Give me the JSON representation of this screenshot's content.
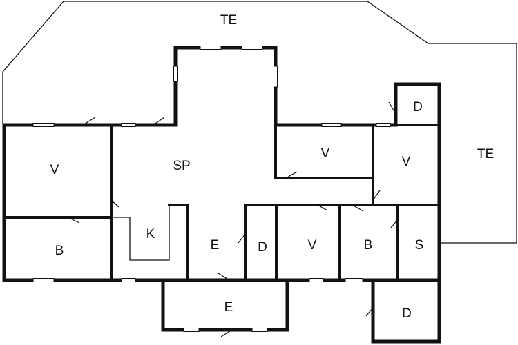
{
  "plan": {
    "colors": {
      "wall": "#111111",
      "background": "#ffffff",
      "terrace_line": "#111111",
      "window": "#ffffff",
      "text": "#111111"
    },
    "labels": {
      "terrace_top": "TE",
      "terrace_right": "TE",
      "living_room": "SP",
      "kitchen": "K",
      "entrance_hall": "E",
      "entrance_bottom": "E",
      "bedroom_left": "V",
      "bathroom_left": "B",
      "bedroom_right_top": "V",
      "bedroom_far_right": "V",
      "storage_top_right": "D",
      "storage_mid": "D",
      "bedroom_mid_bottom": "V",
      "bathroom_right": "B",
      "sauna": "S",
      "storage_bottom_right": "D"
    }
  }
}
